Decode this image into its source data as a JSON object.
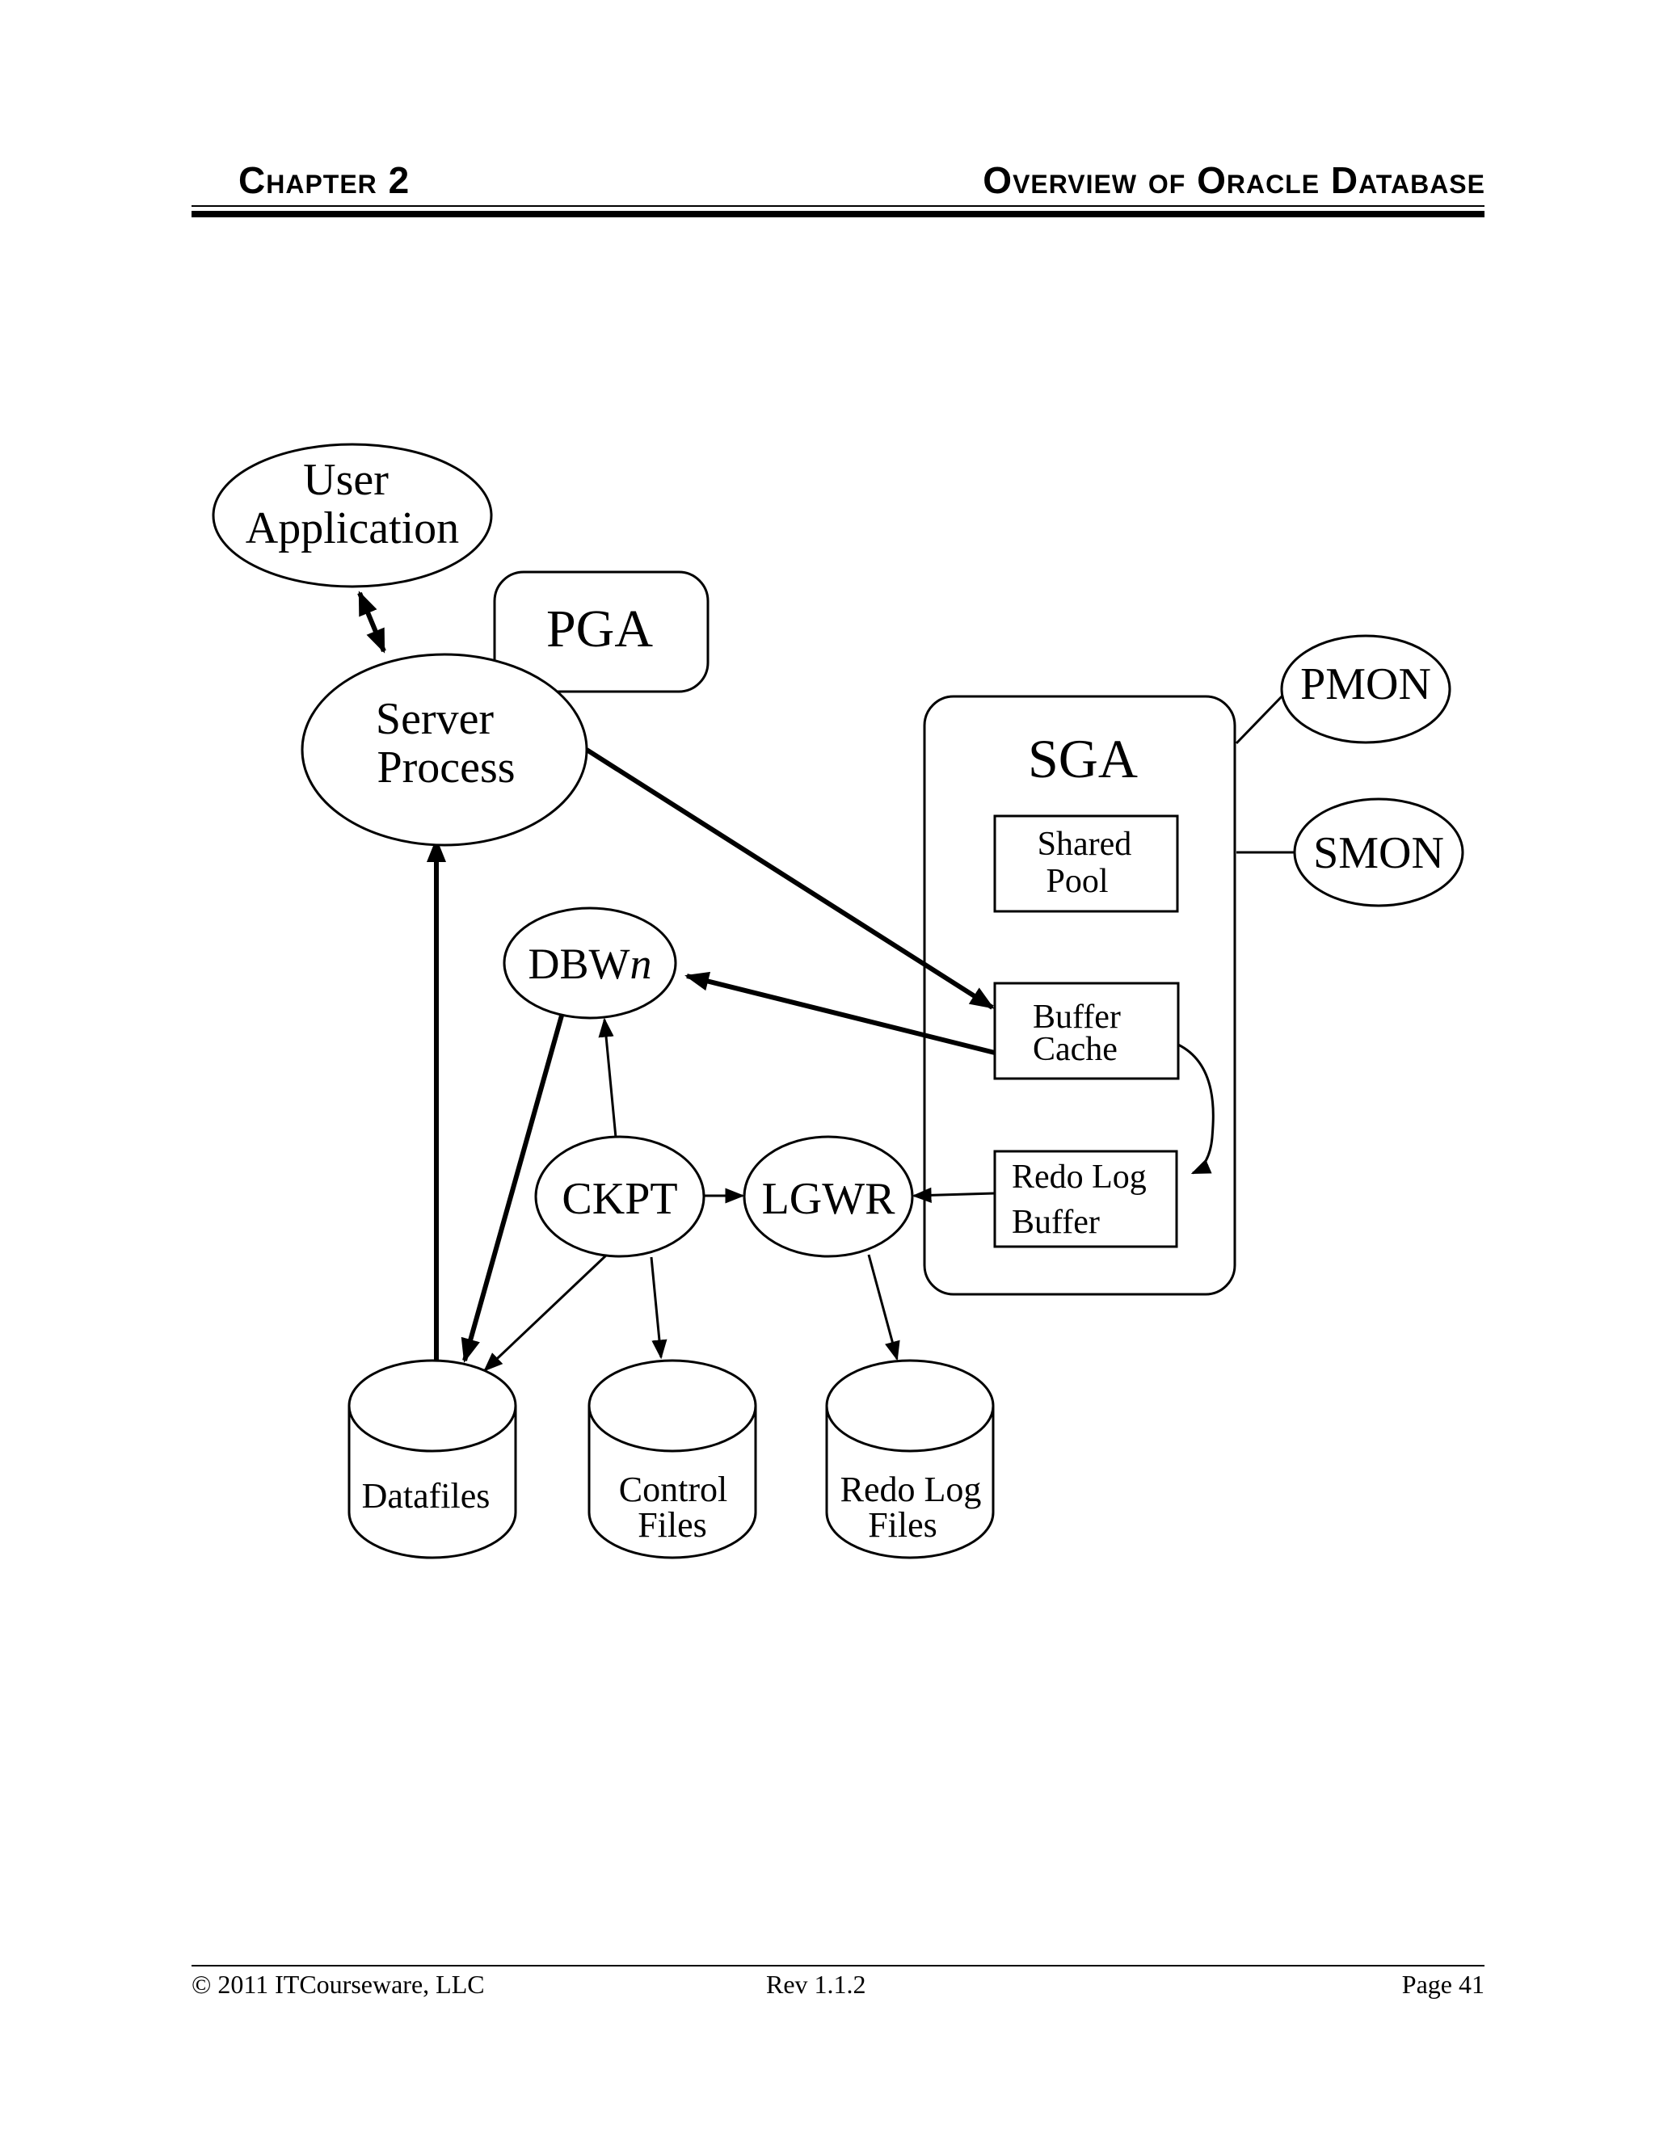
{
  "header": {
    "chapter": "Chapter 2",
    "title": "Overview of  Oracle Database"
  },
  "diagram": {
    "user_application": [
      "User",
      "Application"
    ],
    "pga": "PGA",
    "server_process": [
      "Server",
      "Process"
    ],
    "sga": "SGA",
    "pmon": "PMON",
    "smon": "SMON",
    "shared_pool": [
      "Shared",
      "Pool"
    ],
    "buffer_cache": [
      "Buffer",
      "Cache"
    ],
    "redo_log_buffer": [
      "Redo Log",
      "Buffer"
    ],
    "dbwn_prefix": "DBW",
    "dbwn_suffix": "n",
    "ckpt": "CKPT",
    "lgwr": "LGWR",
    "datafiles": "Datafiles",
    "control_files": [
      "Control",
      "Files"
    ],
    "redo_log_files": [
      "Redo Log",
      "Files"
    ]
  },
  "footer": {
    "copyright": "© 2011   ITCourseware, LLC",
    "revision": "Rev 1.1.2",
    "page": "Page 41"
  }
}
